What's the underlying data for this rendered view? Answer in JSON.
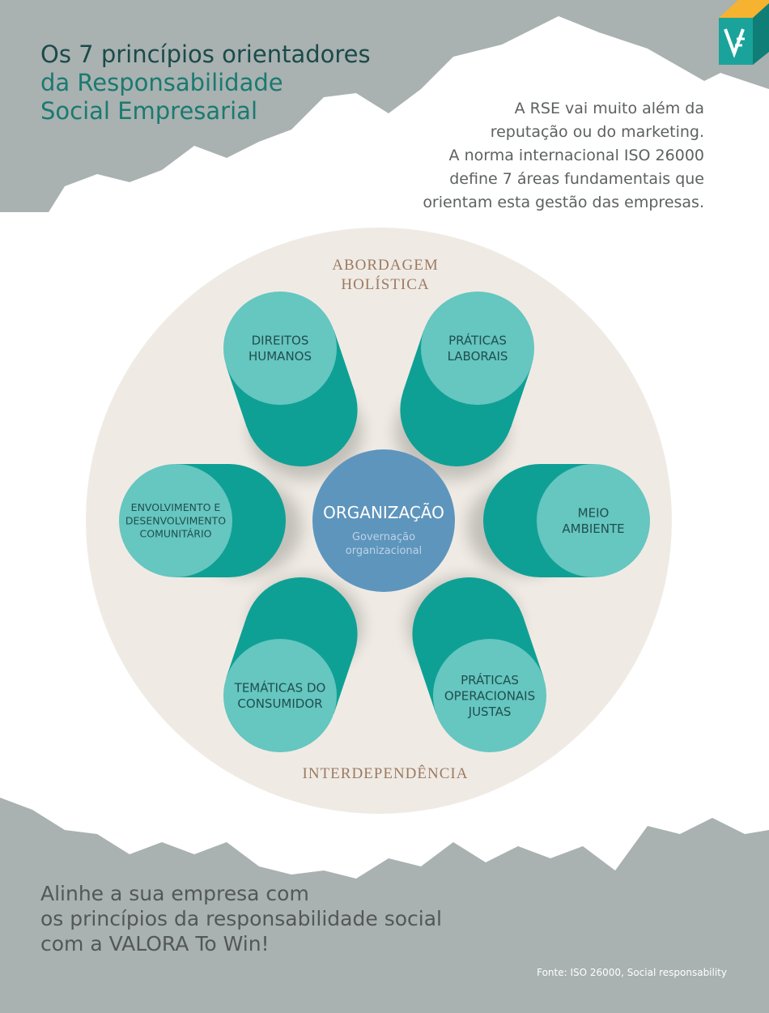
{
  "title": {
    "line1": "Os 7 princípios orientadores",
    "line2": "da Responsabilidade",
    "line3": "Social Empresarial"
  },
  "intro": [
    "A RSE vai muito além da",
    "reputação ou do marketing.",
    "A norma internacional ISO 26000",
    "define 7 áreas fundamentais que",
    "orientam esta gestão das empresas."
  ],
  "diagram": {
    "top_label": [
      "ABORDAGEM",
      "HOLÍSTICA"
    ],
    "bottom_label": "INTERDEPENDÊNCIA",
    "center_title": "ORGANIZAÇÃO",
    "center_subtitle": [
      "Governação",
      "organizacional"
    ],
    "principles": [
      [
        "DIREITOS",
        "HUMANOS"
      ],
      [
        "PRÁTICAS",
        "LABORAIS"
      ],
      [
        "MEIO",
        "AMBIENTE"
      ],
      [
        "PRÁTICAS",
        "OPERACIONAIS",
        "JUSTAS"
      ],
      [
        "TEMÁTICAS DO",
        "CONSUMIDOR"
      ],
      [
        "ENVOLVIMENTO E",
        "DESENVOLVIMENTO",
        "COMUNITÁRIO"
      ]
    ]
  },
  "cta": [
    "Alinhe a sua empresa com",
    "os princípios da responsabilidade social",
    "com a VALORA To Win!"
  ],
  "source": "Fonte: ISO 26000, Social responsability",
  "colors": {
    "gray_band": "#a9b1b1",
    "disc": "#efebe4",
    "circle": "#66c6c0",
    "tube": "#0fa095",
    "center": "#5e95bd",
    "label_brown": "#9c7a63"
  },
  "icons": {
    "logo": "valora-logo-icon"
  }
}
